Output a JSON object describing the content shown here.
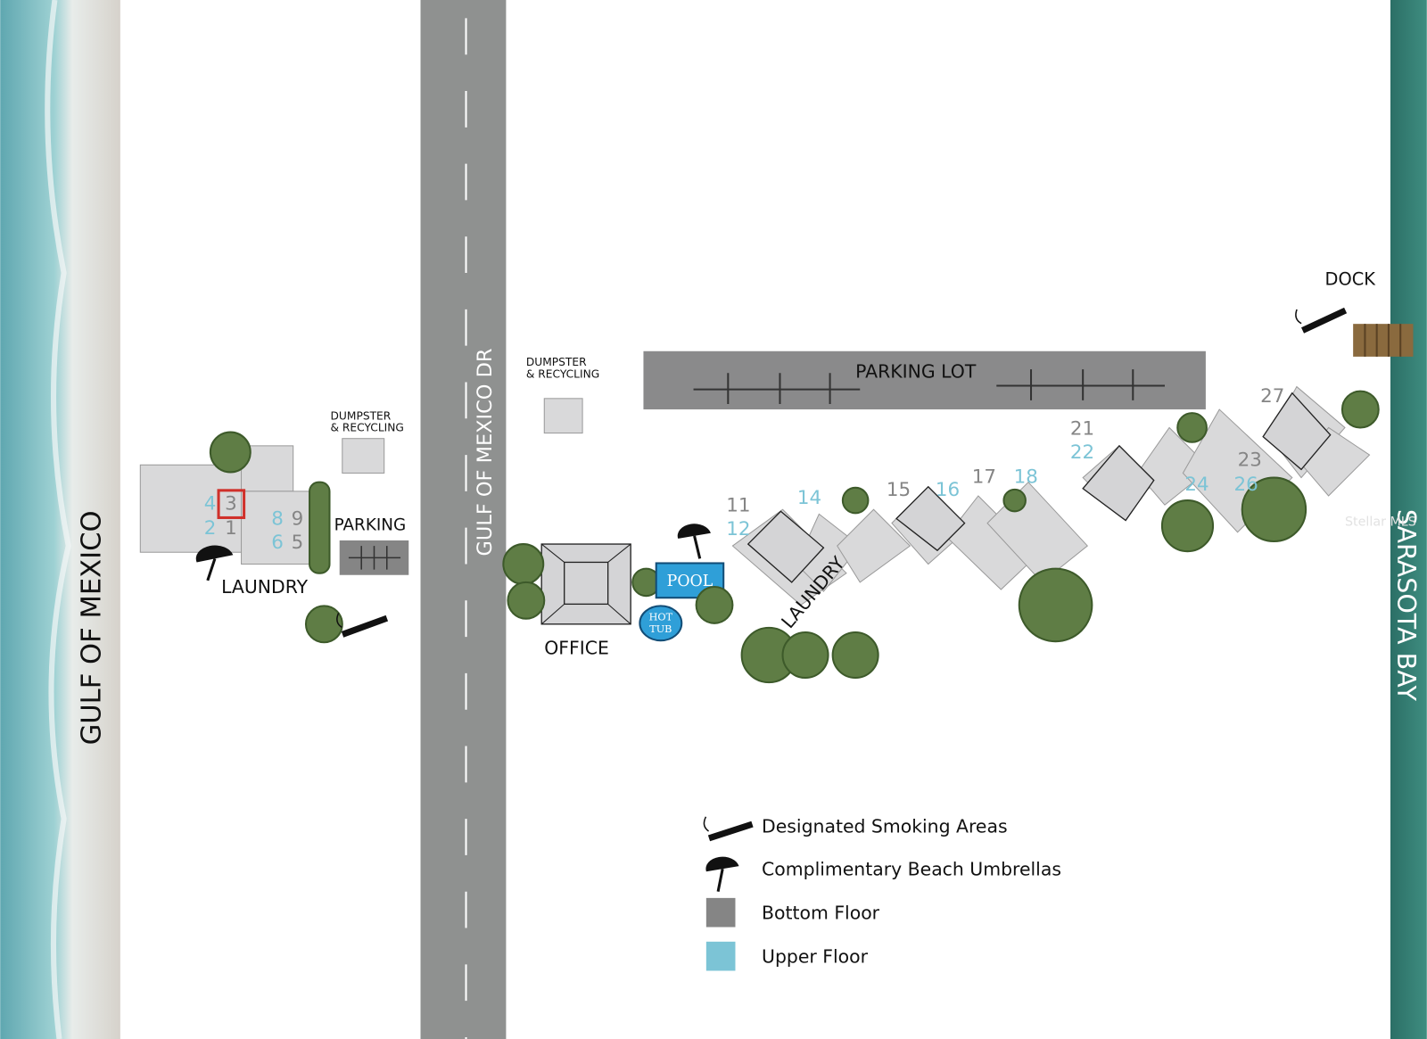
{
  "title_labels": {
    "gulf": "GULF OF MEXICO",
    "road": "GULF OF MEXICO DR",
    "bay": "SARASOTA BAY",
    "dock": "DOCK",
    "parking_lot": "PARKING LOT",
    "parking": "PARKING",
    "dumpster_left": [
      "DUMPSTER",
      "& RECYCLING"
    ],
    "dumpster_right": [
      "DUMPSTER",
      "& RECYCLING"
    ],
    "laundry_left": "LAUNDRY",
    "laundry_right": "LAUNDRY",
    "office": "OFFICE",
    "pool": "POOL",
    "hot_tub": [
      "HOT",
      "TUB"
    ],
    "watermark": "Stellar MLS"
  },
  "units": {
    "bottom": [
      "1",
      "3",
      "5",
      "9",
      "11",
      "15",
      "17",
      "21",
      "23",
      "27"
    ],
    "upper": [
      "2",
      "4",
      "6",
      "8",
      "12",
      "14",
      "16",
      "18",
      "22",
      "24",
      "26"
    ],
    "highlighted": "3"
  },
  "legend": [
    {
      "icon": "smoking-icon",
      "label": "Designated Smoking Areas"
    },
    {
      "icon": "umbrella-icon",
      "label": "Complimentary Beach Umbrellas"
    },
    {
      "icon": "bottom-floor-swatch",
      "label": "Bottom Floor",
      "color": "#858585"
    },
    {
      "icon": "upper-floor-swatch",
      "label": "Upper Floor",
      "color": "#7cc4d6"
    }
  ],
  "colors": {
    "bottom": "#858585",
    "upper": "#7cc4d6",
    "highlight": "#d0302a",
    "pool": "#2f9fd8",
    "bay": "#2e7a6e"
  }
}
